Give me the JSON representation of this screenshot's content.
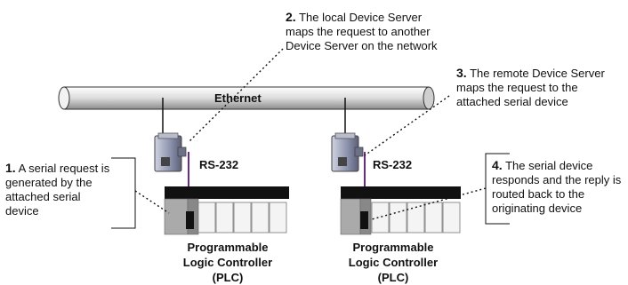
{
  "network": {
    "label": "Ethernet"
  },
  "notes": [
    {
      "number": "1.",
      "text": "A serial request is generated by the attached serial device"
    },
    {
      "number": "2.",
      "text": "The local Device Server maps the request to another Device Server on the network"
    },
    {
      "number": "3.",
      "text": "The remote Device Server maps the request to the attached serial device"
    },
    {
      "number": "4.",
      "text": "The serial device responds and the reply is routed back to the originating device"
    }
  ],
  "devices": [
    {
      "port_label": "RS-232",
      "plc_label_lines": [
        "Programmable",
        "Logic Controller",
        "(PLC)"
      ]
    },
    {
      "port_label": "RS-232",
      "plc_label_lines": [
        "Programmable",
        "Logic Controller",
        "(PLC)"
      ]
    }
  ],
  "colors": {
    "cable": "#6a2a8a",
    "pipe_fill": "#e6e6e6",
    "plc_black": "#111111",
    "server_body": "#9aa0b8"
  }
}
